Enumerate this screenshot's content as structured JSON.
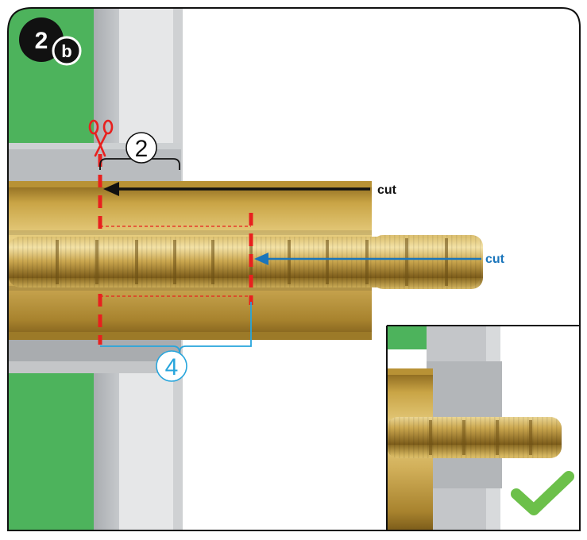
{
  "step": {
    "number": "2",
    "sub": "b"
  },
  "dimensions": {
    "upper": "2",
    "lower": "4"
  },
  "callouts": {
    "outer_cut_label": "cut",
    "inner_cut_label": "cut"
  },
  "icons": {
    "scissors": "scissors-icon",
    "checkmark": "checkmark-icon"
  },
  "colors": {
    "cut_red": "#e8201e",
    "arrow_black": "#111111",
    "arrow_blue": "#1a75bb",
    "dimension_blue": "#27a5dc",
    "check_green": "#6cc04a",
    "pcb_green": "#4db35c",
    "brass": "#cfab4a"
  }
}
